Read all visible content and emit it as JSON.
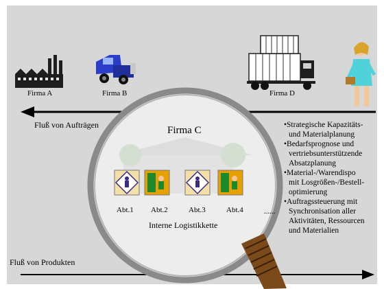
{
  "companies": {
    "a": "Firma A",
    "b": "Firma B",
    "c": "Firma C",
    "d": "Firma D"
  },
  "flows": {
    "orders": "Fluß von Aufträgen",
    "products": "Fluß von Produkten"
  },
  "departments": [
    "Abt.1",
    "Abt.2",
    "Abt.3",
    "Abt.4"
  ],
  "chain_label": "Interne Logistikkette",
  "ellipsis": "......",
  "notes": [
    [
      "•Strategische Kapazitäts-",
      "und Materialplanung"
    ],
    [
      "•Bedarfsprognose und",
      "vertriebsunterstützende",
      "Absatzplanung"
    ],
    [
      "•Material-/Warendispo",
      "mit Losgrößen-/Bestell-",
      "optimierung"
    ],
    [
      "•Auftragssteuerung mit",
      "Synchronisation aller",
      "Aktivitäten, Ressourcen",
      "und Materialien"
    ]
  ],
  "icons": {
    "factory": "factory-icon",
    "truck": "truck-icon",
    "container_truck": "container-truck-icon",
    "person": "businesswoman-icon",
    "magnifier": "magnifying-glass-icon",
    "worker": "worker-icon"
  },
  "colors": {
    "background": "#d7d7d7",
    "truck_blue": "#2a3cc8",
    "worker_orange": "#e8a000",
    "worker_green": "#1a8a2a",
    "lens_ring": "#8a8a8a",
    "handle": "#6b3a12"
  }
}
